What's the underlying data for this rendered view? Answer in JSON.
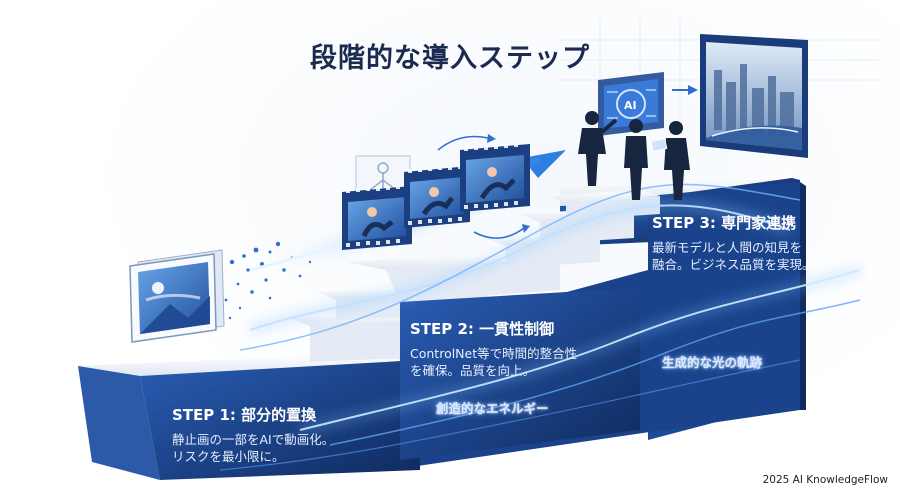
{
  "title": "段階的な導入ステップ",
  "steps": [
    {
      "heading": "STEP 1: 部分的置換",
      "lines": [
        "静止画の一部をAIで動画化。",
        "リスクを最小限に。"
      ]
    },
    {
      "heading": "STEP 2: 一貫性制御",
      "lines": [
        "ControlNet等で時間的整合性",
        "を確保。品質を向上。"
      ]
    },
    {
      "heading": "STEP 3: 専門家連携",
      "lines": [
        "最新モデルと人間の知見を",
        "融合。ビジネス品質を実現。"
      ]
    }
  ],
  "annotations": {
    "energy": "創造的なエネルギー",
    "trail": "生成的な光の軌跡"
  },
  "footer": "2025 AI KnowledgeFlow",
  "icons": [
    "photo-frame-icon",
    "film-frame-icon",
    "skeleton-pose-icon",
    "ai-chip-icon",
    "arrow-icon",
    "person-icon",
    "tablet-icon",
    "city-monitor-icon"
  ],
  "colors": {
    "navy": "#1c3d7a",
    "blue": "#2f6fd1",
    "glow": "#6fb2ff",
    "title": "#1b2a4e"
  }
}
